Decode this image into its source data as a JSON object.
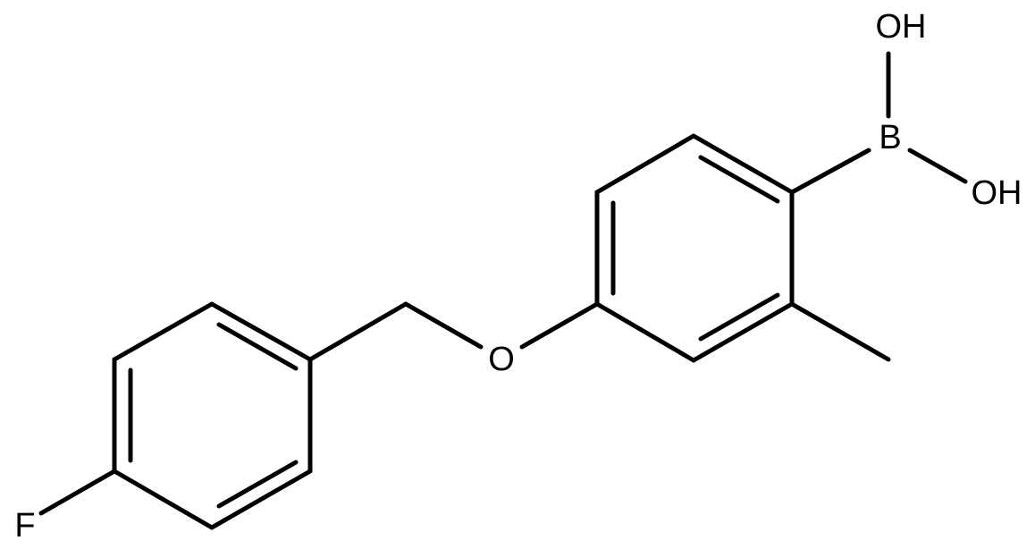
{
  "structure": {
    "atom_labels": {
      "hydroxyl_top": "OH",
      "boron": "B",
      "hydroxyl_right": "OH",
      "ether_oxygen": "O",
      "fluorine": "F"
    }
  },
  "colors": {
    "bond": "#000000",
    "background": "#ffffff"
  }
}
